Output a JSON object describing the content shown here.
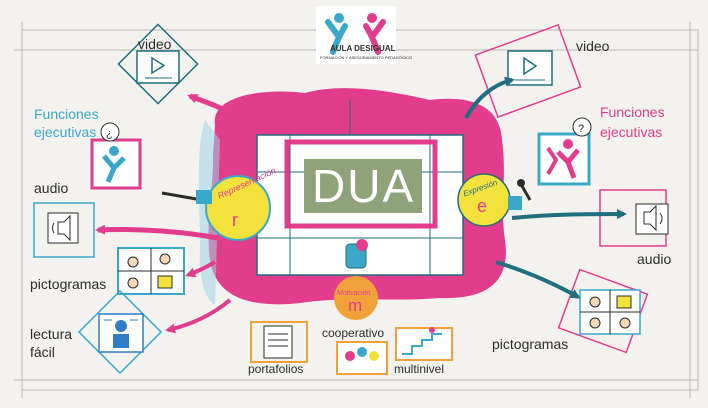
{
  "logo": {
    "brand_text": "AULA DESIGUAL",
    "tagline": "FORMACIÓN Y ASESORAMIENTO PEDAGÓGICO"
  },
  "center": {
    "title": "DUA"
  },
  "principles": {
    "representacion": "Representación",
    "representacion_letter": "r",
    "expresion": "Expresión",
    "expresion_letter": "e",
    "motivacion": "Motivación",
    "motivacion_letter": "m"
  },
  "left": {
    "video": "video",
    "funciones_line1": "Funciones",
    "funciones_line2": "ejecutivas",
    "audio": "audio",
    "pictogramas": "pictogramas",
    "lectura_line1": "lectura",
    "lectura_line2": "fácil"
  },
  "right": {
    "video": "video",
    "funciones_line1": "Funciones",
    "funciones_line2": "ejecutivas",
    "audio": "audio",
    "pictogramas": "pictogramas"
  },
  "bottom": {
    "cooperativo": "cooperativo",
    "portafolios": "portafolios",
    "multinivel": "multinivel"
  },
  "colors": {
    "pink": "#e23d8c",
    "teal": "#3aa8c9",
    "dark_teal": "#1f6f7e",
    "yellow": "#f3e23b",
    "orange": "#f1a13a",
    "olive": "#8fa37a",
    "blue": "#2f7cc9",
    "background": "#f4f2ef"
  }
}
